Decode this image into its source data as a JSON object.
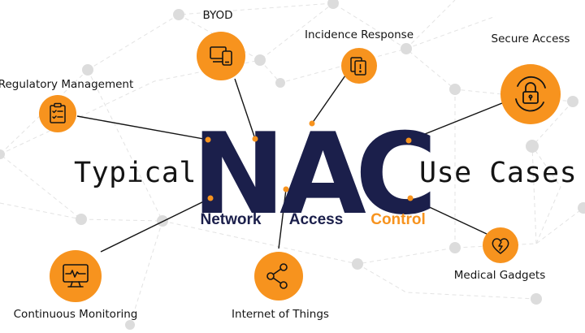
{
  "colors": {
    "accent": "#f7931e",
    "navy": "#1b1f4b",
    "network_gray": "#dcdcdc",
    "text": "#141414"
  },
  "hero": {
    "letters": [
      "N",
      "A",
      "C"
    ],
    "left_word": "Typical",
    "right_word": "Use Cases",
    "expansion": [
      {
        "text": "Network",
        "color": "#1b1f4b"
      },
      {
        "text": "Access",
        "color": "#1b1f4b"
      },
      {
        "text": "Control",
        "color": "#f7931e"
      }
    ]
  },
  "use_cases": [
    {
      "label": "BYOD",
      "icon": "devices-icon"
    },
    {
      "label": "Incidence Response",
      "icon": "incident-report-icon"
    },
    {
      "label": "Secure Access",
      "icon": "lock-icon"
    },
    {
      "label": "Regulatory Management",
      "icon": "checklist-icon"
    },
    {
      "label": "Medical Gadgets",
      "icon": "medical-heart-icon"
    },
    {
      "label": "Internet of Things",
      "icon": "share-nodes-icon"
    },
    {
      "label": "Continuous Monitoring",
      "icon": "monitor-heartbeat-icon"
    }
  ]
}
